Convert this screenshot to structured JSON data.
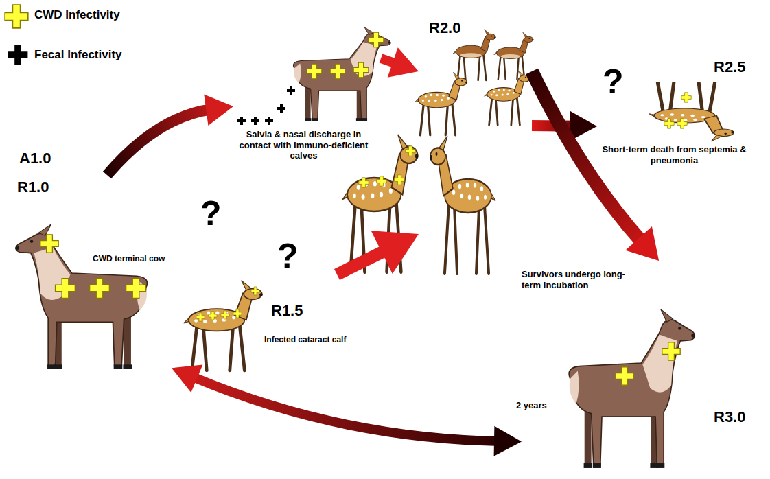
{
  "diagram": {
    "nodes": [
      {
        "text": [
          "R1.0",
          "CWD terminal cow"
        ]
      },
      {
        "text": [
          "Salvia & nasal discharge in contact with Immuno-deficient calves"
        ]
      },
      {
        "text": [
          "R1.5",
          "Infected cataract calf"
        ]
      },
      {
        "text": [
          "R2.0"
        ]
      },
      {
        "text": [
          "R2.5",
          "Short-term death from septemia & pneumonia"
        ]
      },
      {
        "text": [
          "Survivors undergo long-term incubation",
          "R3.0"
        ]
      }
    ],
    "edges": [
      {
        "from": 0,
        "to": 1,
        "arrow": "to"
      },
      {
        "from": 1,
        "to": 3,
        "arrow": "to"
      },
      {
        "from": 2,
        "to": 3,
        "arrow": "to"
      },
      {
        "from": 3,
        "to": 4,
        "arrow": "to"
      },
      {
        "from": 3,
        "to": 5,
        "arrow": "to"
      },
      {
        "from": 5,
        "to": 0,
        "arrow": "both"
      }
    ],
    "labels": [
      "A1.0",
      "?",
      "?",
      "?",
      "2 years"
    ],
    "legend": [
      {
        "text": "CWD Infectivity"
      },
      {
        "text": "Fecal Infectivity"
      }
    ]
  }
}
